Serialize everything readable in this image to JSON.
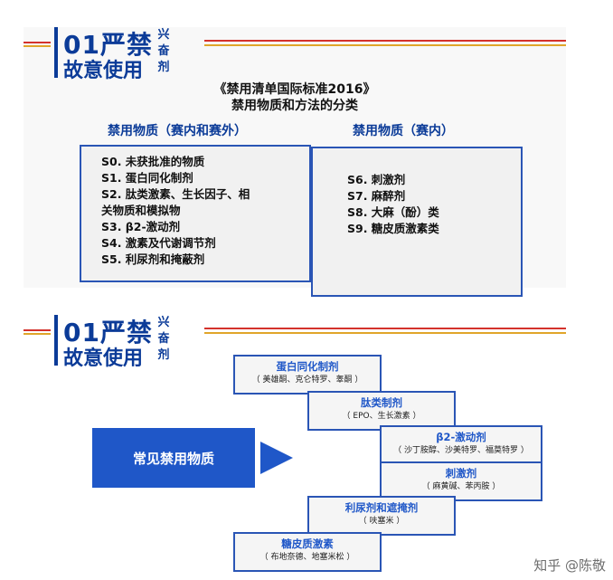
{
  "badge": {
    "big": "01严禁",
    "sub": "故意使用",
    "side": [
      "兴",
      "奋",
      "剂"
    ]
  },
  "slide1": {
    "title_line1": "《禁用清单国际标准2016》",
    "title_line2": "禁用物质和方法的分类",
    "left": {
      "heading": "禁用物质（赛内和赛外）",
      "items": [
        "S0. 未获批准的物质",
        "S1. 蛋白同化制剂",
        "S2. 肽类激素、生长因子、相",
        "关物质和模拟物",
        "S3. β2-激动剂",
        "S4. 激素及代谢调节剂",
        "S5. 利尿剂和掩蔽剂"
      ]
    },
    "right": {
      "heading": "禁用物质（赛内）",
      "items": [
        "S6. 刺激剂",
        "S7. 麻醉剂",
        "S8. 大麻（酚）类",
        "S9. 糖皮质激素类"
      ]
    }
  },
  "slide2": {
    "arrow_label": "常见禁用物质",
    "boxes": [
      {
        "title": "蛋白同化制剂",
        "desc": "（ 美雄酮、克仑特罗、睾酮 ）"
      },
      {
        "title": "肽类制剂",
        "desc": "（ EPO、生长激素 ）"
      },
      {
        "title": "β2-激动剂",
        "desc": "（ 沙丁胺醇、沙美特罗、福莫特罗 ）"
      },
      {
        "title": "刺激剂",
        "desc": "（ 麻黄碱、苯丙胺 ）"
      },
      {
        "title": "利尿剂和遮掩剂",
        "desc": "（ 呋塞米 ）"
      },
      {
        "title": "糖皮质激素",
        "desc": "（ 布地奈德、地塞米松 ）"
      }
    ]
  },
  "watermark": "知乎 @陈敬",
  "colors": {
    "brand_blue": "#0b3b98",
    "accent_blue": "#1f57c8",
    "stripe_red": "#d4322c",
    "stripe_gold": "#e0a52a"
  }
}
